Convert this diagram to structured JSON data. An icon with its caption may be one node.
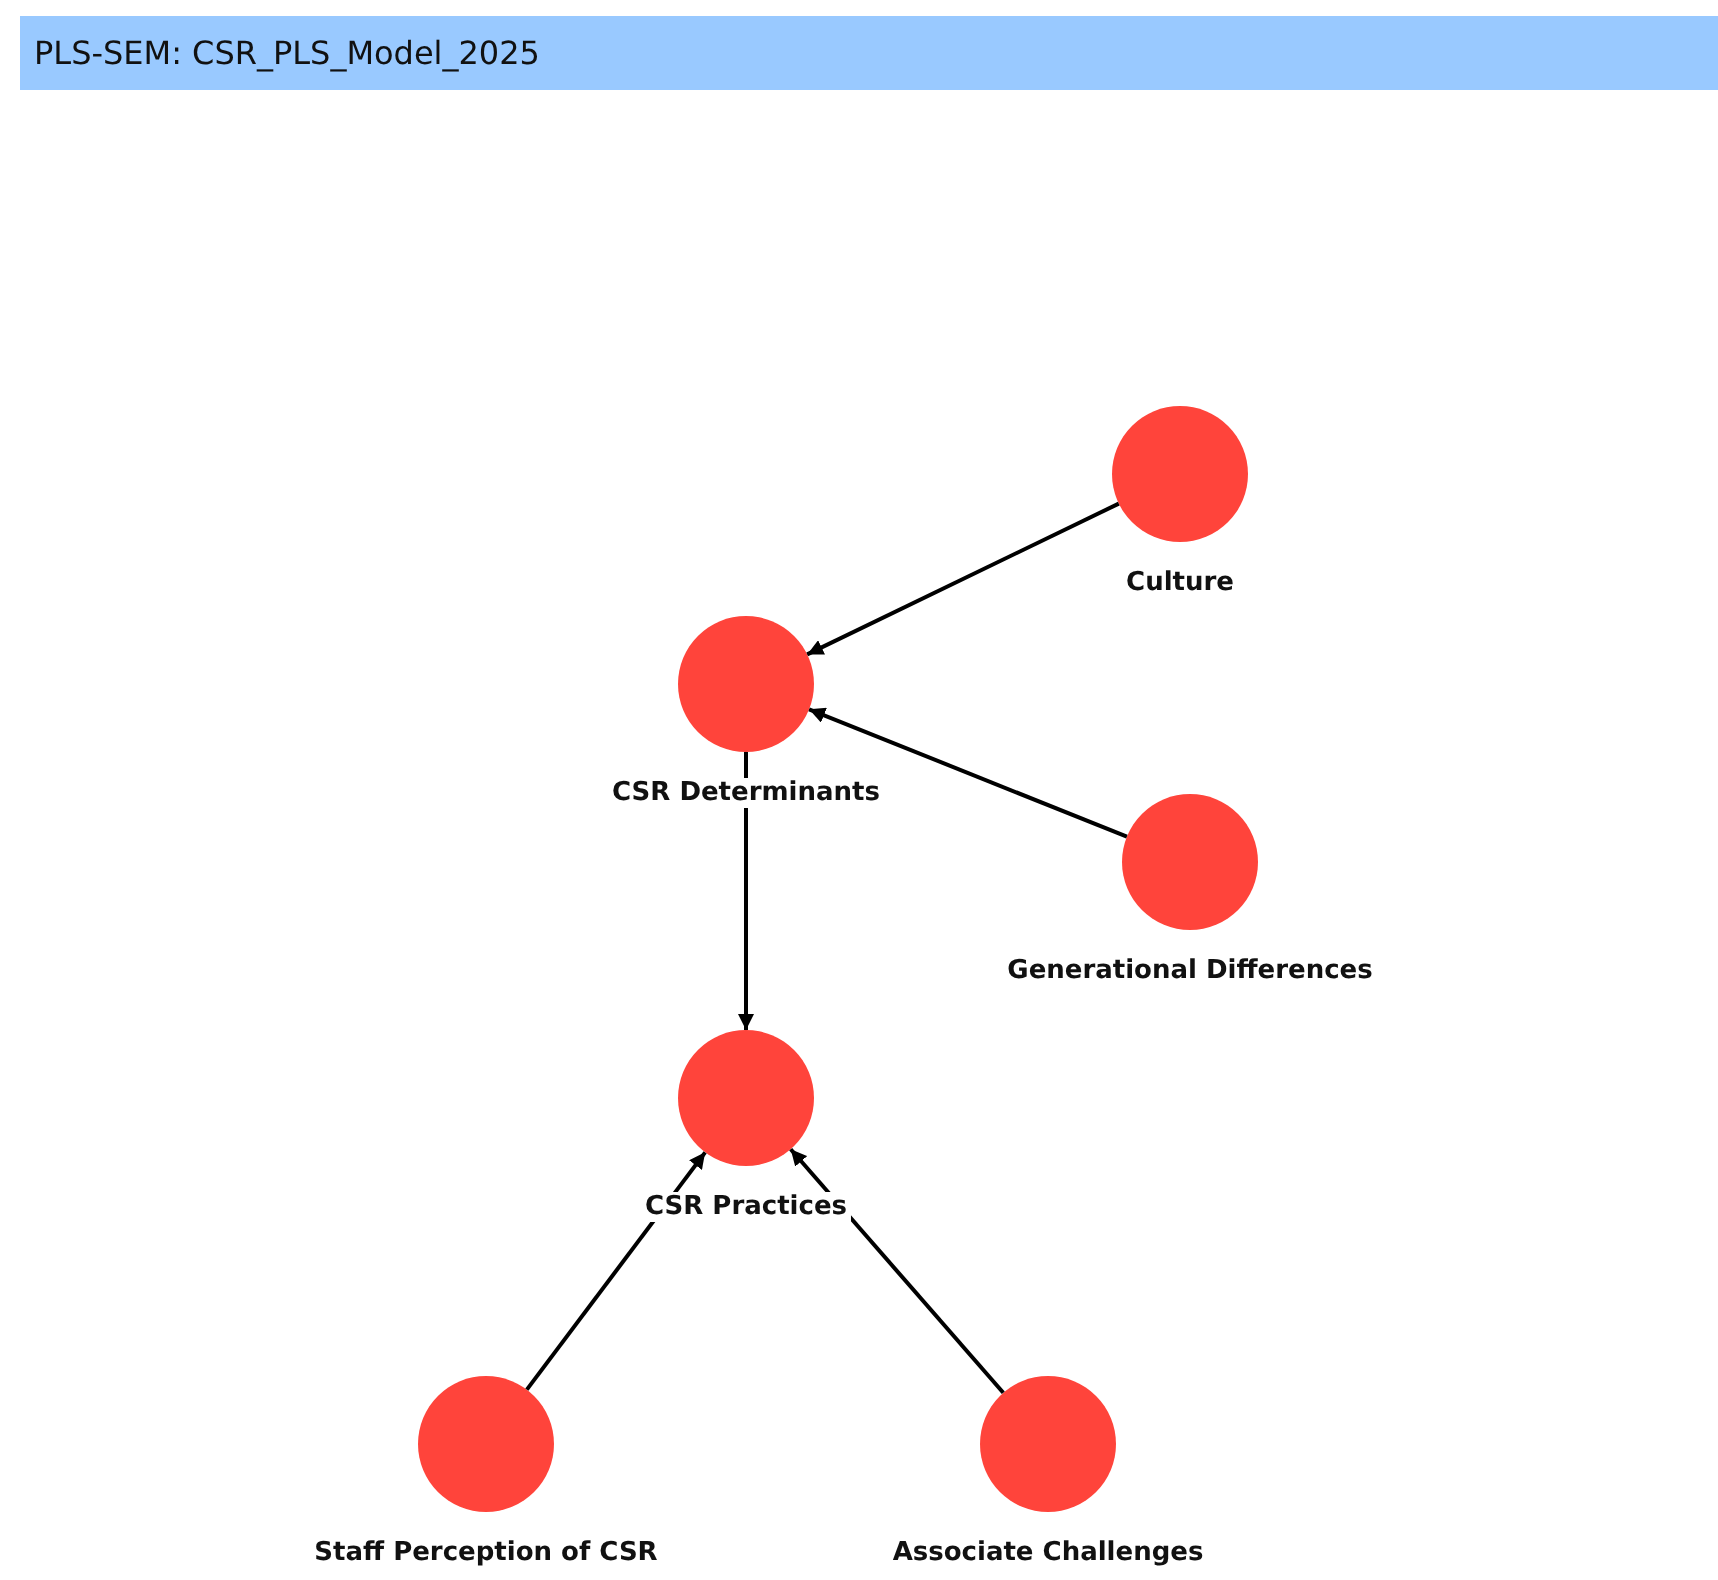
{
  "diagram": {
    "title": "PLS-SEM: CSR_PLS_Model_2025",
    "nodes": [
      {
        "text": [
          "Culture"
        ]
      },
      {
        "text": [
          "CSR Determinants"
        ]
      },
      {
        "text": [
          "Generational Differences"
        ]
      },
      {
        "text": [
          "CSR Practices"
        ]
      },
      {
        "text": [
          "Staff Perception of CSR"
        ]
      },
      {
        "text": [
          "Associate Challenges"
        ]
      }
    ],
    "edges": [
      {
        "from": 0,
        "to": 1,
        "arrow": "to"
      },
      {
        "from": 2,
        "to": 1,
        "arrow": "to"
      },
      {
        "from": 1,
        "to": 3,
        "arrow": "to"
      },
      {
        "from": 4,
        "to": 3,
        "arrow": "to"
      },
      {
        "from": 5,
        "to": 3,
        "arrow": "to"
      }
    ]
  }
}
